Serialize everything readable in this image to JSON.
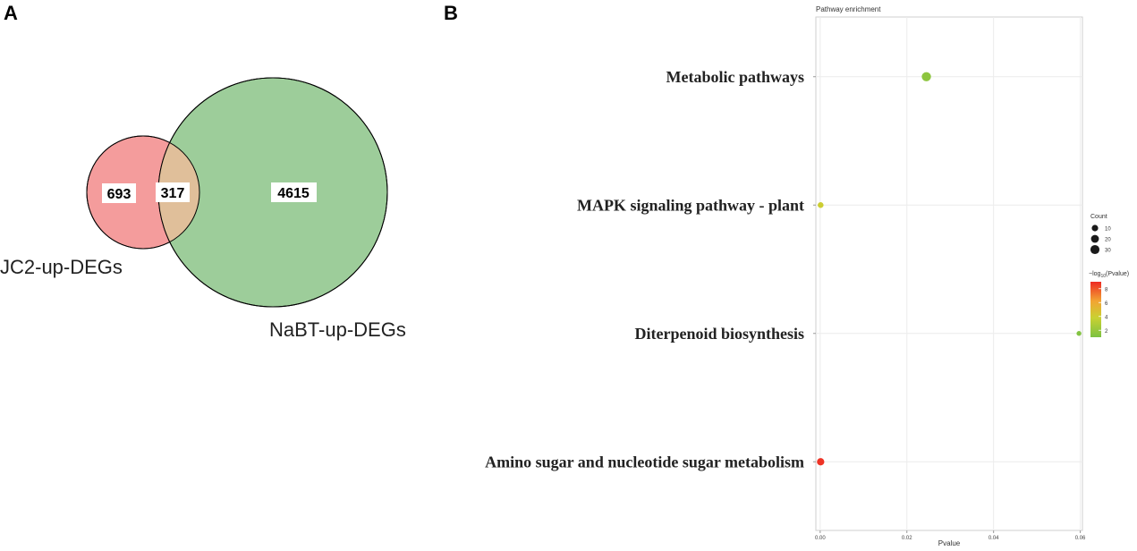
{
  "panel_a": {
    "letter": "A",
    "set_left_name": "JC2-up-DEGs",
    "set_right_name": "NaBT-up-DEGs",
    "count_left_only": "693",
    "count_overlap": "317",
    "count_right_only": "4615",
    "colors": {
      "left": "#f49c9c",
      "right": "#9dcd9a",
      "overlap": "#e0bf9a"
    }
  },
  "panel_b": {
    "letter": "B"
  },
  "chart_data": [
    {
      "type": "venn",
      "sets": [
        "JC2-up-DEGs",
        "NaBT-up-DEGs"
      ],
      "regions": [
        {
          "sets": [
            "JC2-up-DEGs"
          ],
          "count": 693
        },
        {
          "sets": [
            "JC2-up-DEGs",
            "NaBT-up-DEGs"
          ],
          "count": 317
        },
        {
          "sets": [
            "NaBT-up-DEGs"
          ],
          "count": 4615
        }
      ]
    },
    {
      "type": "scatter",
      "title": "Pathway enrichment",
      "xlabel": "Pvalue",
      "ylabel": "",
      "xlim": [
        -0.001,
        0.0605
      ],
      "xticks": [
        0.0,
        0.02,
        0.04,
        0.06
      ],
      "xtick_labels": [
        "0.00",
        "0.02",
        "0.04",
        "0.06"
      ],
      "grid": true,
      "categories": [
        "Metabolic pathways",
        "MAPK signaling pathway - plant",
        "Diterpenoid biosynthesis",
        "Amino sugar and nucleotide sugar metabolism"
      ],
      "points": [
        {
          "category": "Metabolic pathways",
          "x": 0.0245,
          "count": 32,
          "neglog10p": 1.6
        },
        {
          "category": "MAPK signaling pathway - plant",
          "x": 0.0001,
          "count": 7,
          "neglog10p": 4.0
        },
        {
          "category": "Diterpenoid biosynthesis",
          "x": 0.0597,
          "count": 3,
          "neglog10p": 1.2
        },
        {
          "category": "Amino sugar and nucleotide sugar metabolism",
          "x": 0.0001,
          "count": 16,
          "neglog10p": 8.8
        }
      ],
      "size_legend": {
        "title": "Count",
        "values": [
          10,
          20,
          30
        ]
      },
      "color_legend": {
        "title_prefix": "−log",
        "title_sub": "10",
        "title_suffix": "(Pvalue)",
        "range": [
          1,
          9
        ],
        "ticks": [
          2,
          4,
          6,
          8
        ],
        "colors": [
          "#7cc242",
          "#c9d132",
          "#f2a533",
          "#ee2a24"
        ]
      },
      "legend_position": "right"
    }
  ]
}
